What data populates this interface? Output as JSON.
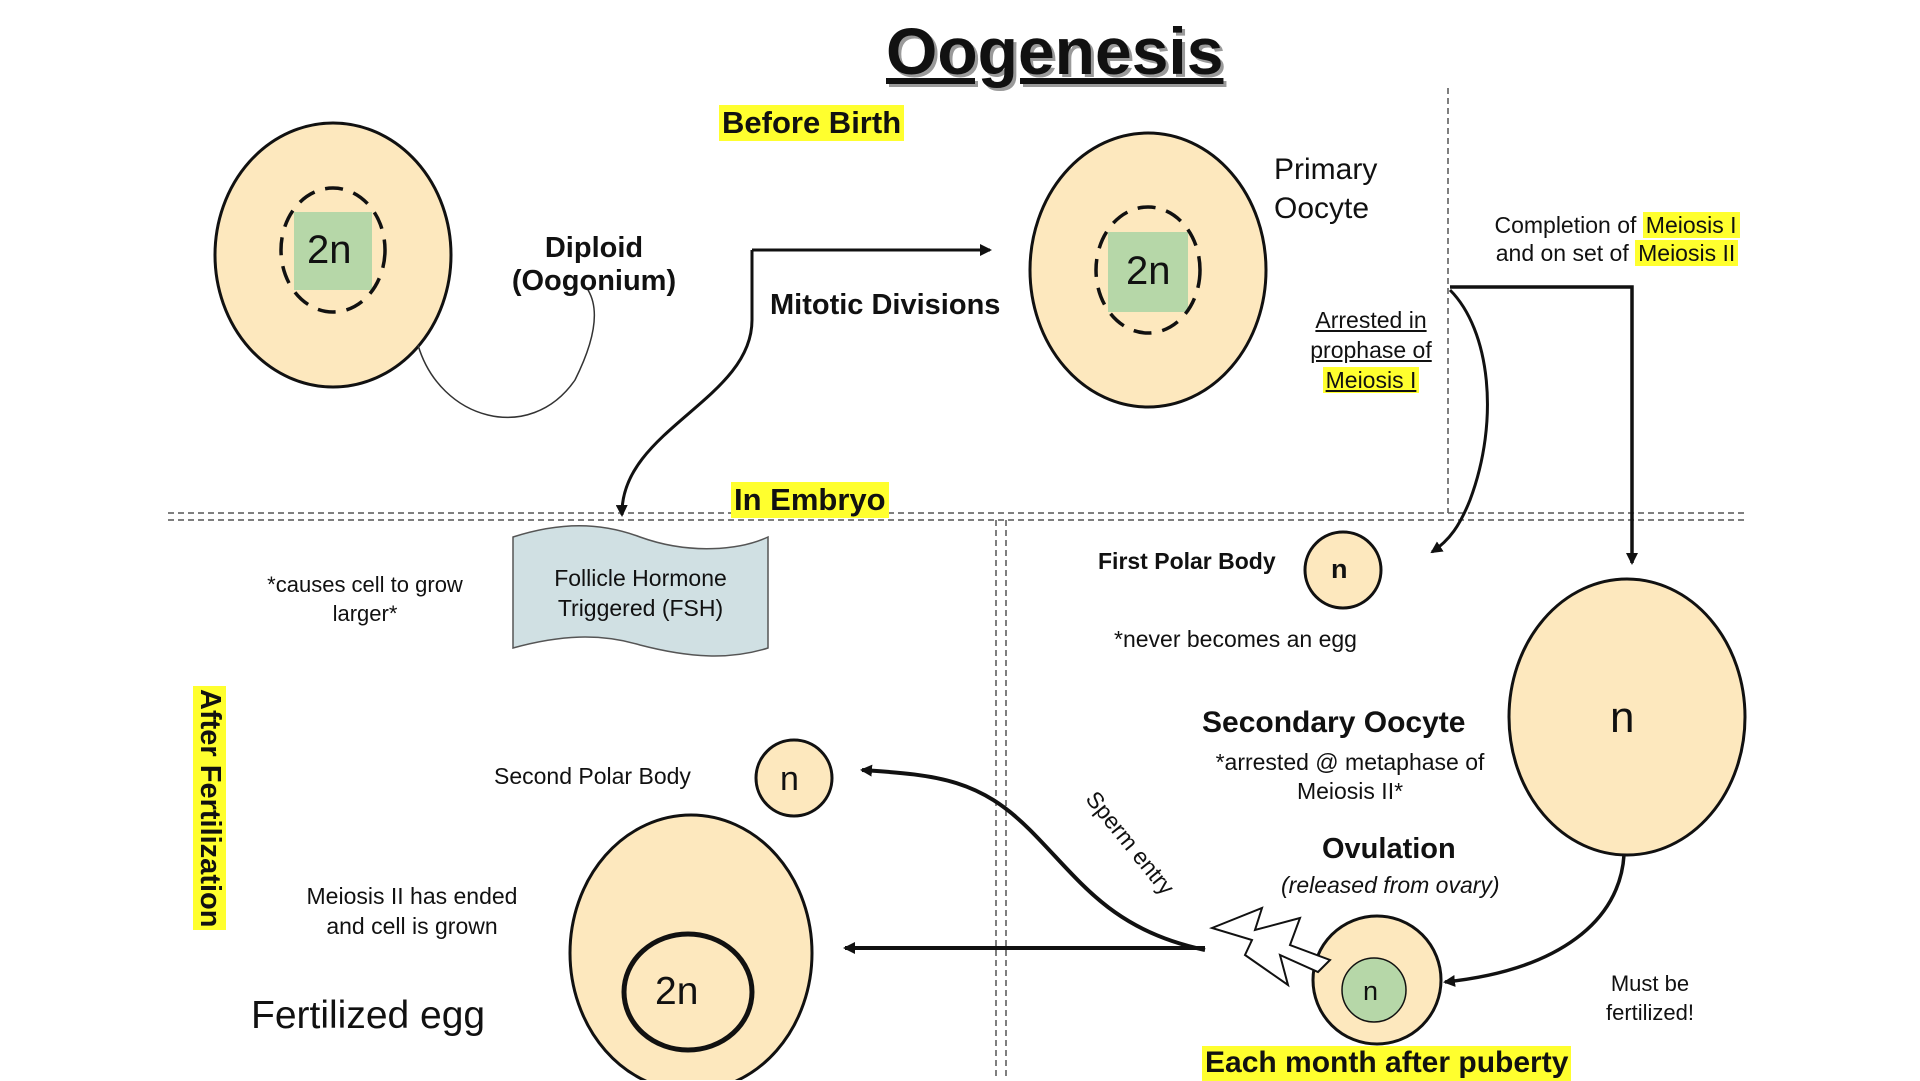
{
  "title": "Oogenesis",
  "stages": {
    "before_birth": "Before Birth",
    "in_embryo": "In Embryo",
    "after_fertilization": "After Fertilization",
    "each_month": "Each month after puberty"
  },
  "oogonium": {
    "ploidy": "2n",
    "label_line1": "Diploid",
    "label_line2": "(Oogonium)"
  },
  "mitotic": "Mitotic Divisions",
  "primary_oocyte": {
    "ploidy": "2n",
    "label_line1": "Primary",
    "label_line2": "Oocyte",
    "arrest_line1": "Arrested in",
    "arrest_line2": "prophase of",
    "arrest_line3": "Meiosis I"
  },
  "completion": {
    "part1": "Completion of ",
    "meiosis1": "Meiosis I",
    "part2": "and on set of ",
    "meiosis2": "Meiosis II"
  },
  "fsh": {
    "line1": "Follicle Hormone",
    "line2": "Triggered (FSH)",
    "note_line1": "*causes cell to grow",
    "note_line2": "larger*"
  },
  "first_polar": {
    "label": "First Polar Body",
    "ploidy": "n",
    "note": "*never becomes an egg"
  },
  "secondary_oocyte": {
    "ploidy": "n",
    "label": "Secondary Oocyte",
    "note_line1": "*arrested @ metaphase of",
    "note_line2": "Meiosis II*"
  },
  "ovulation": {
    "label": "Ovulation",
    "sub": "(released from ovary)",
    "ploidy": "n",
    "must_line1": "Must be",
    "must_line2": "fertilized!"
  },
  "sperm_entry": "Sperm entry",
  "second_polar": {
    "label": "Second Polar Body",
    "ploidy": "n"
  },
  "fertilized": {
    "ploidy": "2n",
    "note_line1": "Meiosis II has ended",
    "note_line2": "and cell is grown",
    "label": "Fertilized egg"
  },
  "colors": {
    "cell_fill": "#fde8be",
    "nucleus_fill": "#b6d7a8",
    "fsh_fill": "#d0e0e3",
    "highlight": "#ffff2e"
  }
}
